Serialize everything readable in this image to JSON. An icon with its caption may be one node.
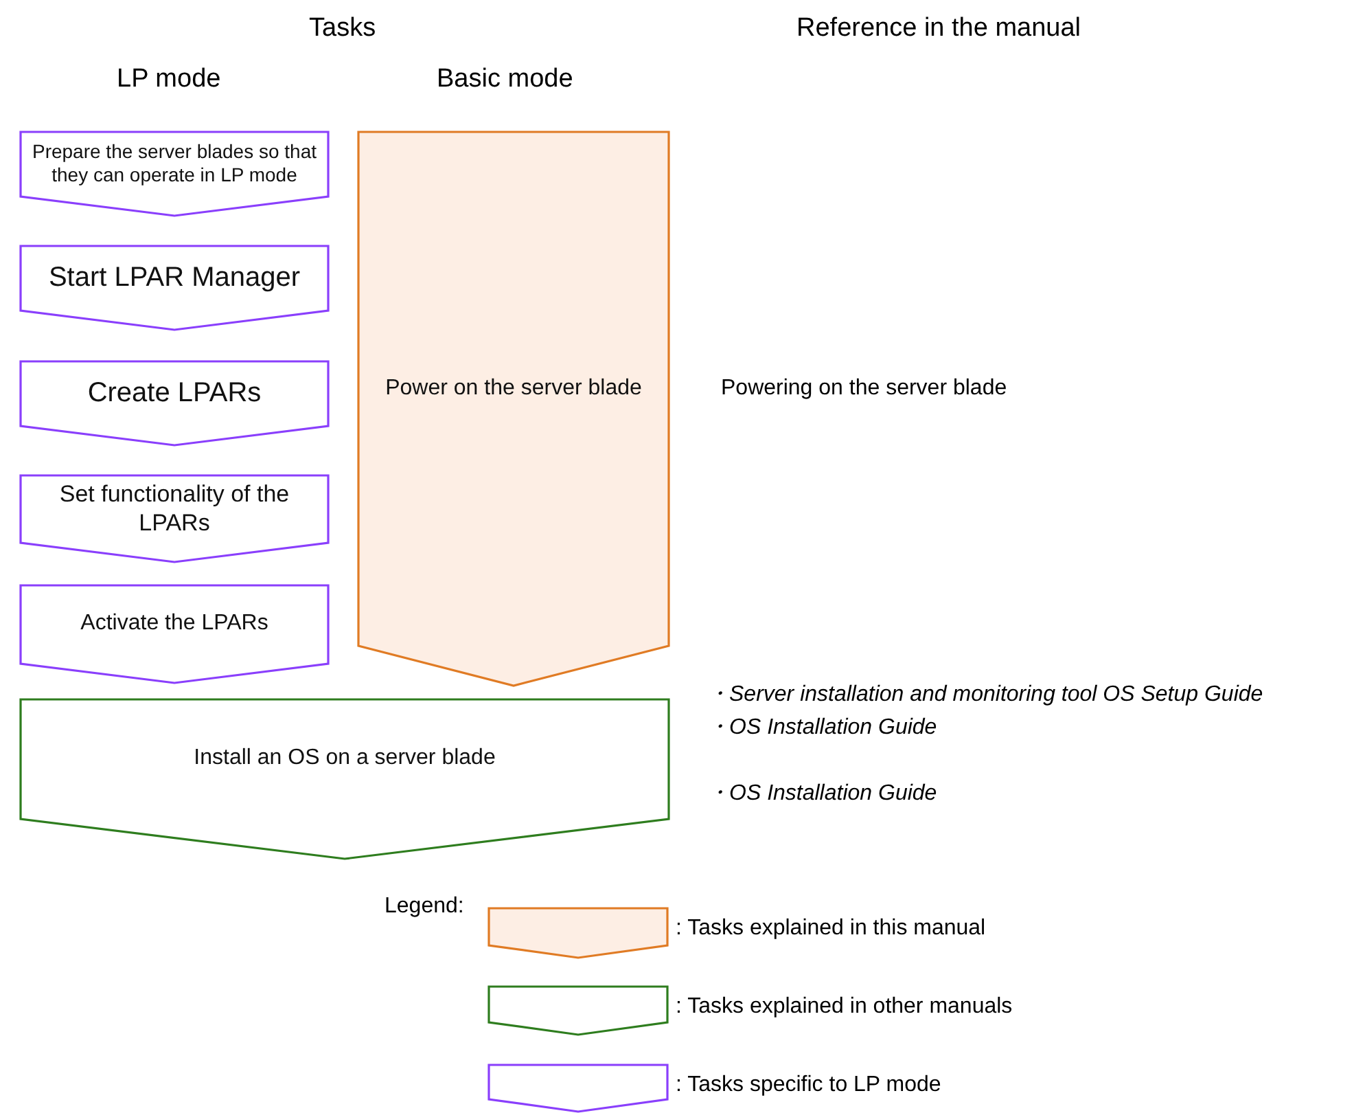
{
  "diagram": {
    "nodes": [
      {
        "text": [
          "Prepare the server blades so that they can operate in LP mode"
        ]
      },
      {
        "text": [
          "Start LPAR Manager"
        ]
      },
      {
        "text": [
          "Create LPARs"
        ]
      },
      {
        "text": [
          "Set functionality of the LPARs"
        ]
      },
      {
        "text": [
          "Activate the LPARs"
        ]
      },
      {
        "text": [
          "Power on the server blade"
        ],
        "beside": [
          "Powering on the server blade"
        ]
      },
      {
        "text": [
          "Install an OS on a server blade"
        ],
        "beside": [
          "・Server installation and monitoring tool OS Setup Guide",
          "・OS Installation Guide",
          "・OS Installation Guide"
        ]
      }
    ],
    "edges": [],
    "labels": [
      "Tasks",
      "Reference in the manual",
      "LP mode",
      "Basic mode",
      "Legend:"
    ],
    "legend": [
      {
        "text": ": Tasks explained in this manual",
        "color": "#e07b24"
      },
      {
        "text": ": Tasks explained in other manuals",
        "color": "#2e7d1e"
      },
      {
        "text": ": Tasks specific to LP mode",
        "color": "#8a3ffc"
      }
    ]
  }
}
